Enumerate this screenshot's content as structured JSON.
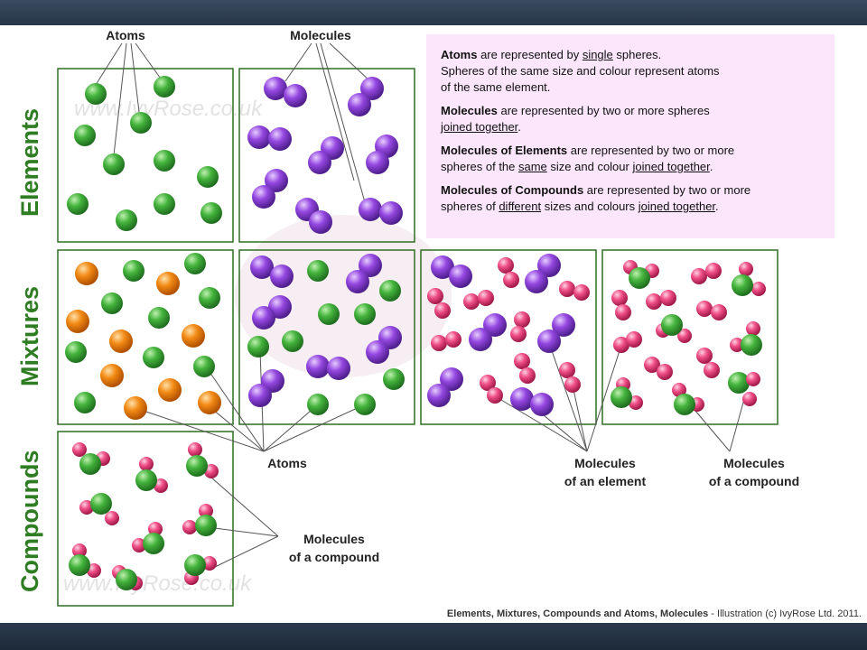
{
  "labels": {
    "atoms_top": "Atoms",
    "molecules_top": "Molecules",
    "row_elements": "Elements",
    "row_mixtures": "Mixtures",
    "row_compounds": "Compounds",
    "atoms_bottom": "Atoms",
    "mol_element_1": "Molecules",
    "mol_element_2": "of an element",
    "mol_compound_right_1": "Molecules",
    "mol_compound_right_2": "of a compound",
    "mol_compound_left_1": "Molecules",
    "mol_compound_left_2": "of a compound"
  },
  "watermark": {
    "top": "www.IvyRose.co.uk",
    "bottom": "www.IvyRose.co.uk"
  },
  "info": {
    "p1_b1": "Atoms",
    "p1_t1": " are represented by ",
    "p1_u1": "single",
    "p1_t2": " spheres.",
    "p1_l2": "Spheres of the same size and colour represent atoms",
    "p1_l3": "of the same element.",
    "p2_b1": "Molecules",
    "p2_t1": " are represented by two or more spheres",
    "p2_u1": "joined together",
    "p2_t2": ".",
    "p3_b1": "Molecules of Elements",
    "p3_t1": " are represented by two or more",
    "p3_t2": "spheres of the ",
    "p3_u1": "same",
    "p3_t3": " size and colour ",
    "p3_u2": "joined together",
    "p3_t4": ".",
    "p4_b1": "Molecules of Compounds",
    "p4_t1": " are represented by two or more",
    "p4_t2": "spheres of ",
    "p4_u1": "different",
    "p4_t3": " sizes and colours ",
    "p4_u2": "joined together",
    "p4_t4": "."
  },
  "credit": {
    "title": "Elements, Mixtures, Compounds and Atoms, Molecules",
    "rest": " - Illustration (c) IvyRose Ltd. 2011."
  },
  "colors": {
    "green": "#3aa83a",
    "purple": "#8e3fd8",
    "orange": "#ef8a14",
    "pink": "#ee4b84",
    "box_border": "#2e6e22",
    "row_label": "#2f7d22"
  },
  "icons": {
    "atom": "sphere",
    "molecule": "joined-spheres"
  }
}
